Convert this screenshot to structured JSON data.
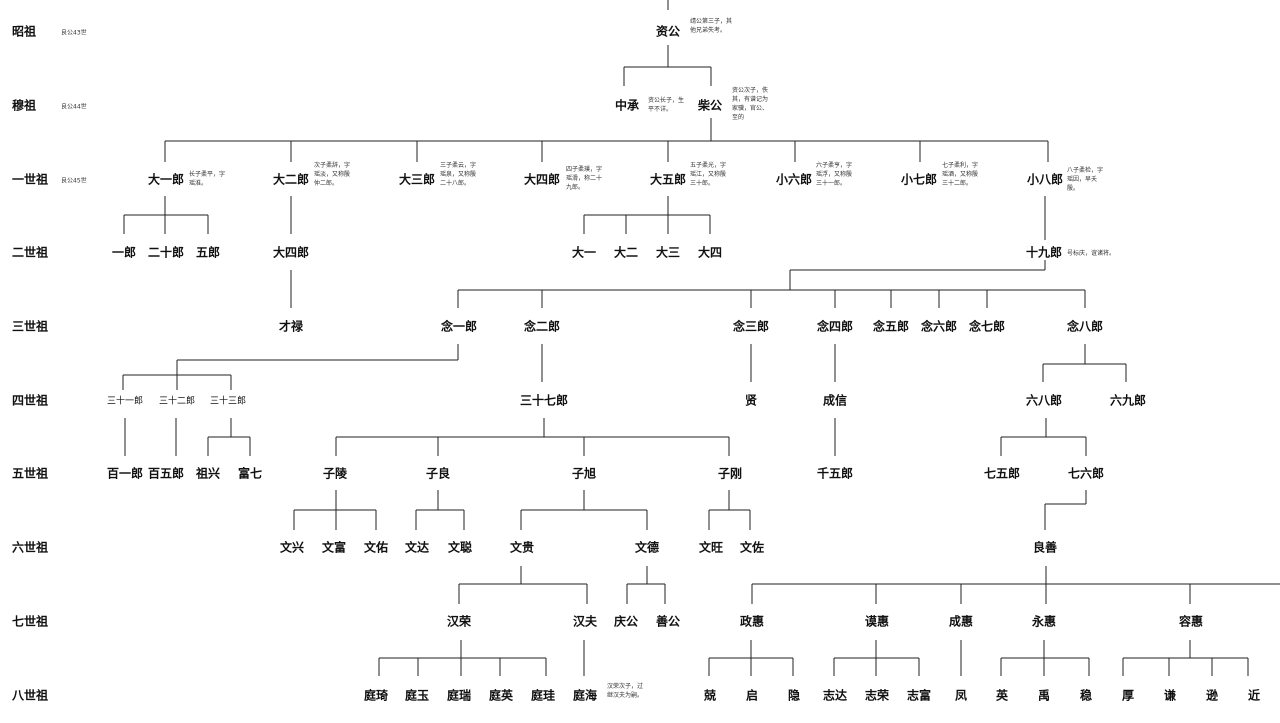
{
  "generations": [
    {
      "id": "g0",
      "label": "昭祖",
      "note": "良公43世"
    },
    {
      "id": "g1",
      "label": "穆祖",
      "note": "良公44世"
    },
    {
      "id": "g2",
      "label": "一世祖",
      "note": "良公45世"
    },
    {
      "id": "g3",
      "label": "二世祖",
      "note": ""
    },
    {
      "id": "g4",
      "label": "三世祖",
      "note": ""
    },
    {
      "id": "g5",
      "label": "四世祖",
      "note": ""
    },
    {
      "id": "g6",
      "label": "五世祖",
      "note": ""
    },
    {
      "id": "g7",
      "label": "六世祖",
      "note": ""
    },
    {
      "id": "g8",
      "label": "七世祖",
      "note": ""
    },
    {
      "id": "g9",
      "label": "八世祖",
      "note": ""
    }
  ],
  "persons": {
    "zigong": "资公",
    "zhongcheng": "中承",
    "chaigong": "柴公",
    "dayi_lang": "大一郎",
    "daer_lang": "大二郎",
    "dasan_lang": "大三郎",
    "dasi_lang": "大四郎",
    "dawu_lang": "大五郎",
    "xiaoliu_lang": "小六郎",
    "xiaoqi_lang": "小七郎",
    "xiaoba_lang": "小八郎",
    "yilang": "一郎",
    "ershi_lang": "二十郎",
    "wulang": "五郎",
    "dasi_lang2": "大四郎",
    "dayi": "大一",
    "daer": "大二",
    "dasan": "大三",
    "dasi": "大四",
    "shijiu_lang": "十九郎",
    "cailu": "才禄",
    "nianyi": "念一郎",
    "nianer": "念二郎",
    "niansan": "念三郎",
    "niansi": "念四郎",
    "nianwu": "念五郎",
    "nianliu": "念六郎",
    "nianqi": "念七郎",
    "nianba": "念八郎",
    "sanshiyi": "三十一郎",
    "sanshier": "三十二郎",
    "sanshisan": "三十三郎",
    "sanshiqi": "三十七郎",
    "xian": "贤",
    "chengxin": "成信",
    "liuba": "六八郎",
    "liujiu": "六九郎",
    "baiyi": "百一郎",
    "baiwu": "百五郎",
    "zuxing": "祖兴",
    "fuqi": "富七",
    "ziling": "子陵",
    "ziliang": "子良",
    "zixu": "子旭",
    "zigang": "子刚",
    "qianwu": "千五郎",
    "qiwu": "七五郎",
    "qiliu": "七六郎",
    "wenxing": "文兴",
    "wenfu": "文富",
    "wenyou": "文佑",
    "wenda": "文达",
    "wencong": "文聪",
    "wengui": "文贵",
    "wende": "文德",
    "wenwang": "文旺",
    "wenzuo": "文佐",
    "liangshan": "良善",
    "hanrong": "汉荣",
    "hanfu": "汉夫",
    "qinggong": "庆公",
    "shangong": "善公",
    "zhenghui": "政惠",
    "mohui": "谟惠",
    "chenghui": "成惠",
    "yonghui": "永惠",
    "ronghui": "容惠",
    "tingchou": "庭琦",
    "tingyu": "庭玉",
    "tingrui": "庭瑞",
    "tingying": "庭英",
    "tinggui": "庭珪",
    "tinghai": "庭海",
    "jing": "兢",
    "qi": "启",
    "yin": "隐",
    "zhida": "志达",
    "zhirong": "志荣",
    "zhifu": "志富",
    "feng": "凤",
    "ying": "英",
    "yu": "禹",
    "wen": "稳",
    "hou": "厚",
    "qian": "谦",
    "xun": "逊",
    "jin": "近"
  },
  "notes": {
    "zigong": "靖公第三子，其他兄弟失考。",
    "zhongcheng": "资公长子，生平不详。",
    "chaigong": "资公次子，佚其，有谱记为家骥，官公、至的",
    "dayi_lang": "长子柔平，字瑶淮。",
    "daer_lang": "次子柔辞，字瑶淡，又称殷仲二郎。",
    "dasan_lang": "三子柔云，字瑶泉，又称殷二十八郎。",
    "dasi_lang": "四子柔璞，字瑶滑，称二十九郎。",
    "dawu_lang": "五子柔光，字瑶江，又称殷三十郎。",
    "xiaoliu_lang": "六子柔亨，字瑶浮，又称殷三十一郎。",
    "xiaoqi_lang": "七子柔利，字瑶酒，又称殷三十二郎。",
    "xiaoba_lang": "八子柔检，字瑶因，早夭殷。",
    "shijiu_lang": "号标庆，谊诸将。",
    "tinghai": "汉荣次子，过继汉夫为嗣。"
  }
}
